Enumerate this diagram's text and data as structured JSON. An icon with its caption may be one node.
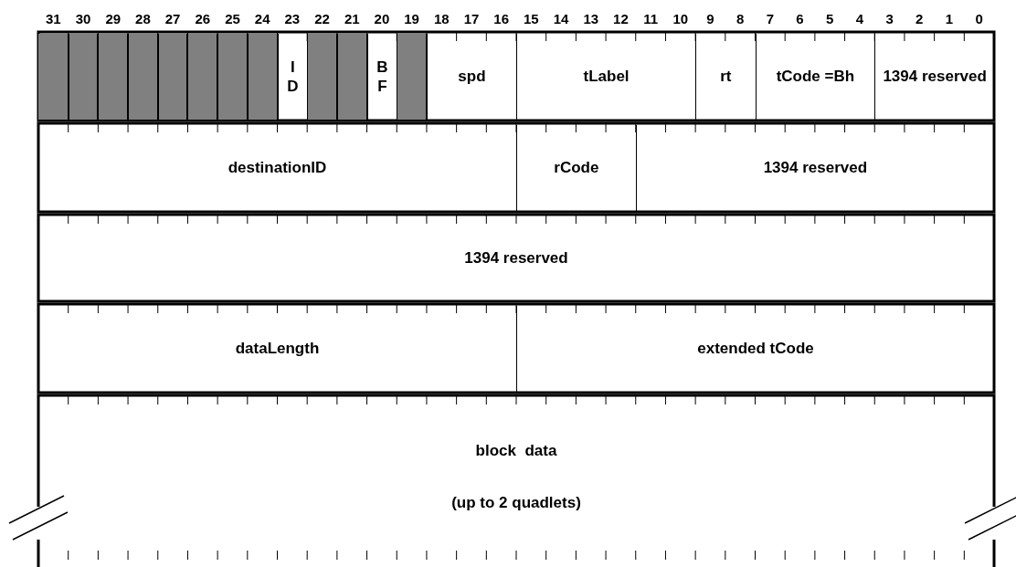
{
  "diagram": {
    "nodes": [
      {
        "text": [],
        "shape": "box"
      },
      {
        "text": [],
        "shape": "box"
      },
      {
        "text": [],
        "shape": "box"
      },
      {
        "text": [],
        "shape": "box"
      },
      {
        "text": [],
        "shape": "box"
      },
      {
        "text": [],
        "shape": "box"
      },
      {
        "text": [],
        "shape": "box"
      },
      {
        "text": [],
        "shape": "box"
      },
      {
        "text": [
          "I D"
        ]
      },
      {
        "text": [],
        "shape": "box"
      },
      {
        "text": [],
        "shape": "box"
      },
      {
        "text": [
          "B F"
        ]
      },
      {
        "text": [],
        "shape": "box"
      },
      {
        "text": [
          "spd"
        ]
      },
      {
        "text": [
          "tLabel"
        ]
      },
      {
        "text": [
          "rt"
        ]
      },
      {
        "text": [
          "tCode =Bh"
        ]
      },
      {
        "text": [
          "1394 reserved"
        ]
      },
      {
        "text": [
          "destinationID"
        ]
      },
      {
        "text": [
          "rCode"
        ]
      },
      {
        "text": [
          "1394 reserved"
        ]
      },
      {
        "text": [
          "1394 reserved"
        ]
      },
      {
        "text": [
          "dataLength"
        ]
      },
      {
        "text": [
          "extended tCode"
        ]
      },
      {
        "text": [
          "block  data",
          "(up to 2 quadlets)"
        ]
      }
    ],
    "edges": [],
    "labels": [
      "31",
      "30",
      "29",
      "28",
      "27",
      "26",
      "25",
      "24",
      "23",
      "22",
      "21",
      "20",
      "19",
      "18",
      "17",
      "16",
      "15",
      "14",
      "13",
      "12",
      "11",
      "10",
      "9",
      "8",
      "7",
      "6",
      "5",
      "4",
      "3",
      "2",
      "1",
      "0"
    ]
  }
}
